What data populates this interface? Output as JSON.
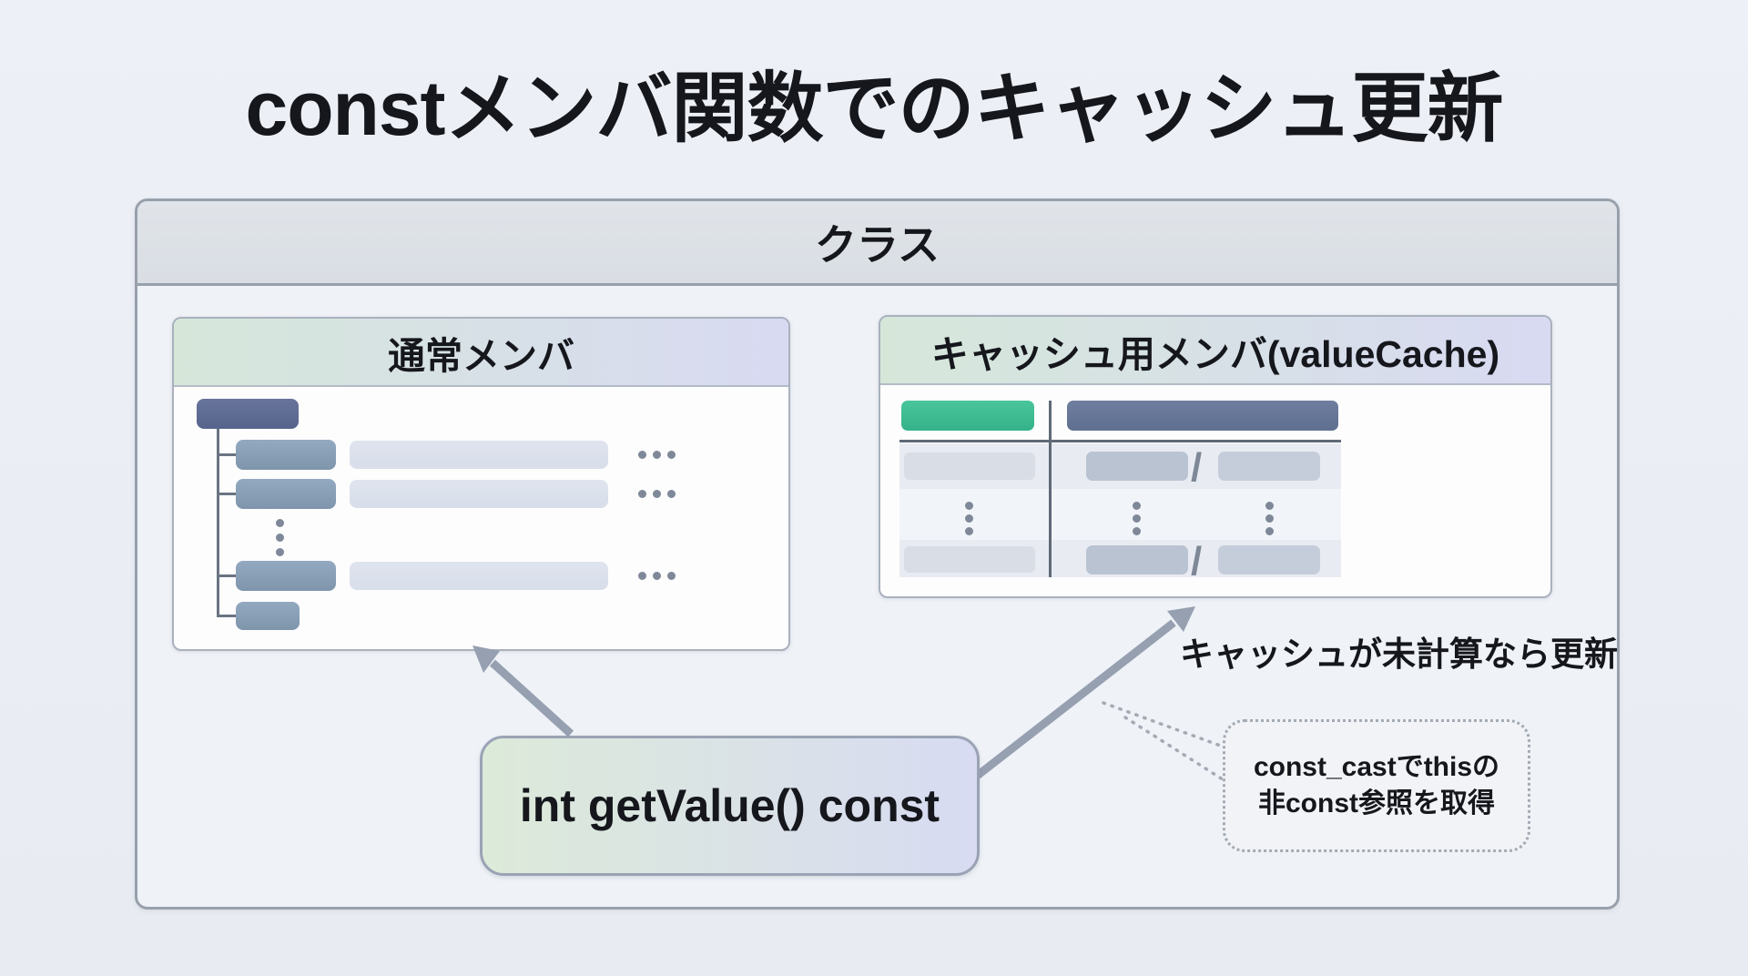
{
  "title": "constメンバ関数でのキャッシュ更新",
  "class_box": {
    "label": "クラス",
    "normal_members": {
      "label": "通常メンバ"
    },
    "cache_member": {
      "label": "キャッシュ用メンバ(valueCache)",
      "slash": "/"
    }
  },
  "function_box": {
    "label": "int getValue() const"
  },
  "notes": {
    "cache_update": "キャッシュが未計算なら更新",
    "const_cast_line1": "const_castでthisの",
    "const_cast_line2": "非const参照を取得"
  },
  "colors": {
    "page_bg": "#e9edf3",
    "container_header_bg": "#dce1e6",
    "member_header_gradient_start": "#d6e7da",
    "member_header_gradient_end": "#d8daf2",
    "cache_key_green": "#3dbc92",
    "cache_value_slate": "#66769a",
    "tree_root_slate": "#5d6b92",
    "tree_child_slate": "#8aa0b7",
    "placeholder_bar_gray": "#dce1eb",
    "arrow_gray": "#96a0b1"
  }
}
